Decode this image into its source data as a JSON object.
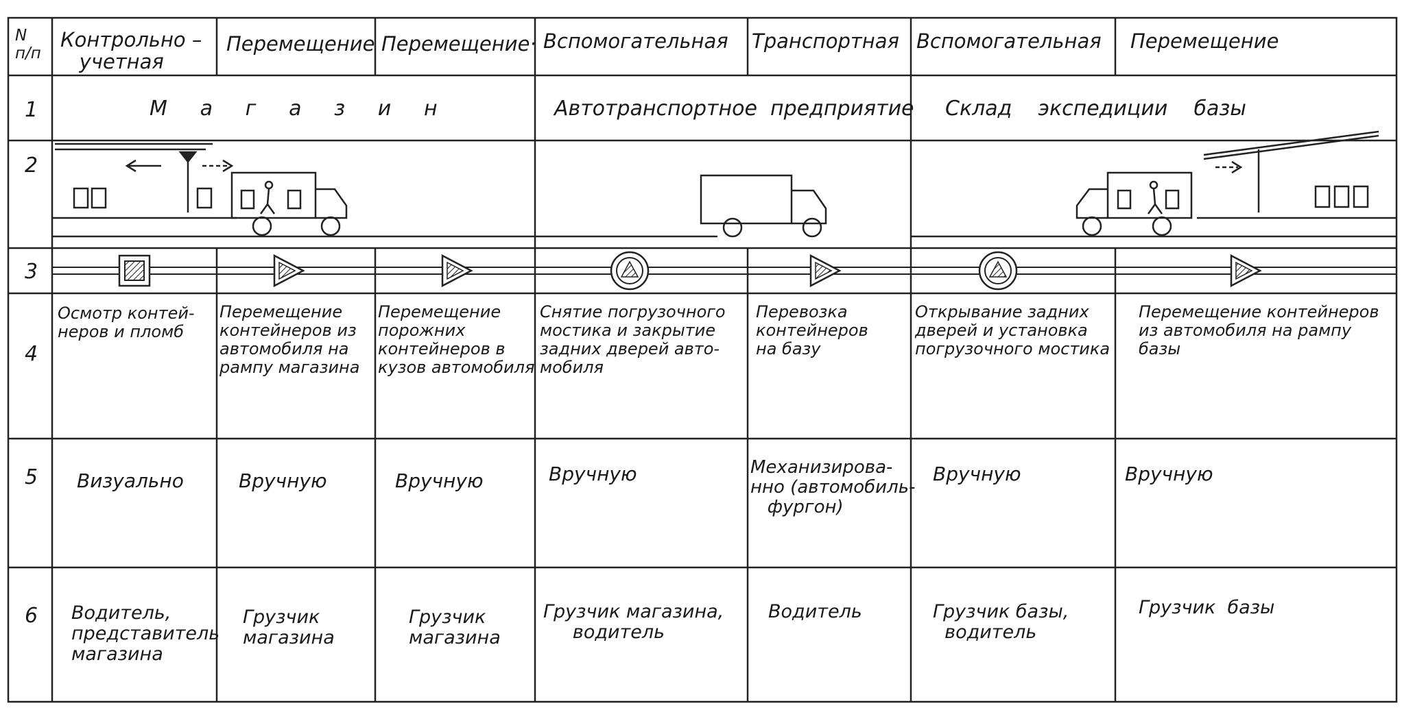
{
  "header": {
    "num": "N\nп/п",
    "columns": [
      "Контрольно –\n   учетная",
      "Перемещение",
      "Перемещение·",
      "Вспомогательная",
      "Транспортная",
      "Вспомогательная",
      "Перемещение"
    ]
  },
  "row_numbers": [
    "1",
    "2",
    "3",
    "4",
    "5",
    "6"
  ],
  "locations": {
    "shop": "М     а     г     а     з     и     н",
    "transport": "Автотранспортное  предприятие",
    "warehouse": "Склад    экспедиции    базы"
  },
  "operations": [
    "Осмотр контей-\nнеров и пломб",
    "Перемещение\nконтейнеров из\nавтомобиля на\nрампу магазина",
    "Перемещение\nпорожних\nконтейнеров в\nкузов автомобиля",
    "Снятие погрузочного\nмостика и закрытие\nзадних дверей авто-\nмобиля",
    "Перевозка\nконтейнеров\nна базу",
    "Открывание задних\nдверей и установка\nпогрузочного мостика",
    "Перемещение контейнеров\nиз автомобиля на рампу\nбазы"
  ],
  "methods": [
    "Визуально",
    "Вручную",
    "Вручную",
    "Вручную",
    "Механизирова-\nнно (автомобиль-\n   фургон)",
    "Вручную",
    "Вручную"
  ],
  "executors": [
    "Водитель,\nпредставитель\nмагазина",
    "Грузчик\nмагазина",
    "Грузчик\nмагазина",
    "Грузчик магазина,\n     водитель",
    "Водитель",
    "Грузчик базы,\n  водитель",
    "Грузчик  базы"
  ],
  "symbols": [
    {
      "kind": "control-square"
    },
    {
      "kind": "move-triangle"
    },
    {
      "kind": "move-triangle"
    },
    {
      "kind": "auxiliary-circle"
    },
    {
      "kind": "move-triangle"
    },
    {
      "kind": "auxiliary-circle"
    },
    {
      "kind": "move-triangle"
    }
  ]
}
